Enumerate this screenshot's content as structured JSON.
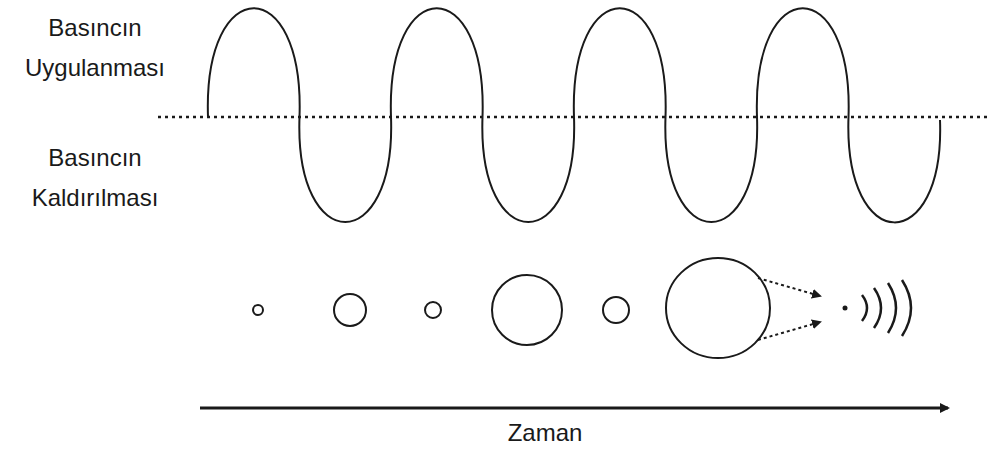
{
  "diagram": {
    "labels": [
      "Basıncın Uygulanması",
      "Basıncın Kaldırılması",
      "Zaman"
    ]
  }
}
